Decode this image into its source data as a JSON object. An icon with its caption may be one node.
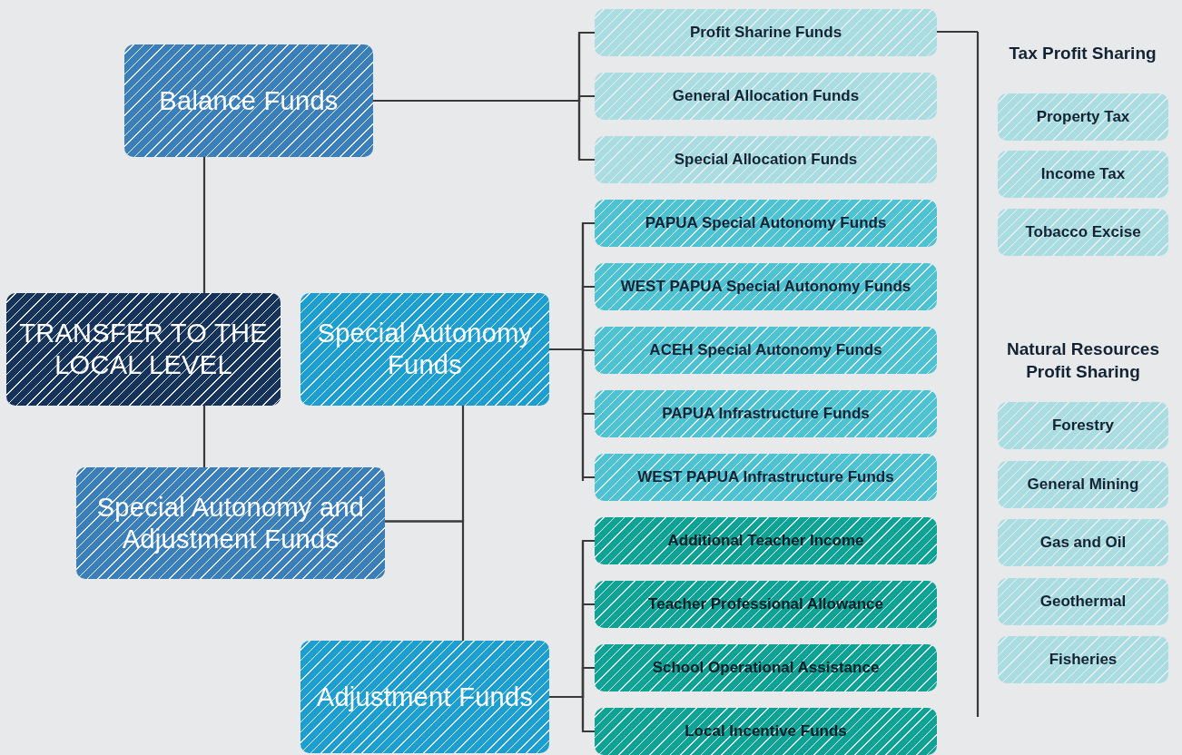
{
  "diagram": {
    "nodes": [
      {
        "text": [
          "TRANSFER TO THE LOCAL LEVEL"
        ]
      },
      {
        "text": [
          "Balance Funds"
        ]
      },
      {
        "text": [
          "Special Autonomy and Adjustment Funds"
        ]
      },
      {
        "text": [
          "Special Autonomy Funds"
        ]
      },
      {
        "text": [
          "Adjustment Funds"
        ]
      },
      {
        "text": [
          "Profit Sharine Funds"
        ]
      },
      {
        "text": [
          "General Allocation Funds"
        ]
      },
      {
        "text": [
          "Special Allocation Funds"
        ]
      },
      {
        "text": [
          "PAPUA Special Autonomy Funds"
        ]
      },
      {
        "text": [
          "WEST PAPUA Special Autonomy Funds"
        ]
      },
      {
        "text": [
          "ACEH Special Autonomy Funds"
        ]
      },
      {
        "text": [
          "PAPUA Infrastructure Funds"
        ]
      },
      {
        "text": [
          "WEST PAPUA Infrastructure Funds"
        ]
      },
      {
        "text": [
          "Additional Teacher Income"
        ]
      },
      {
        "text": [
          "Teacher Professional Allowance"
        ]
      },
      {
        "text": [
          "School Operational Assistance"
        ]
      },
      {
        "text": [
          "Local Incentive Funds"
        ]
      },
      {
        "text": [
          "Property Tax"
        ]
      },
      {
        "text": [
          "Income Tax"
        ]
      },
      {
        "text": [
          "Tobacco Excise"
        ]
      },
      {
        "text": [
          "Forestry"
        ]
      },
      {
        "text": [
          "General Mining"
        ]
      },
      {
        "text": [
          "Gas and Oil"
        ]
      },
      {
        "text": [
          "Geothermal"
        ]
      },
      {
        "text": [
          "Fisheries"
        ]
      }
    ],
    "edges": [
      {
        "from": 0,
        "to": 1,
        "arrow": "none"
      },
      {
        "from": 0,
        "to": 2,
        "arrow": "none"
      },
      {
        "from": 2,
        "to": 3,
        "arrow": "none"
      },
      {
        "from": 2,
        "to": 4,
        "arrow": "none"
      },
      {
        "from": 1,
        "to": 5,
        "arrow": "none"
      },
      {
        "from": 1,
        "to": 6,
        "arrow": "none"
      },
      {
        "from": 1,
        "to": 7,
        "arrow": "none"
      },
      {
        "from": 3,
        "to": 8,
        "arrow": "none"
      },
      {
        "from": 3,
        "to": 9,
        "arrow": "none"
      },
      {
        "from": 3,
        "to": 10,
        "arrow": "none"
      },
      {
        "from": 3,
        "to": 11,
        "arrow": "none"
      },
      {
        "from": 3,
        "to": 12,
        "arrow": "none"
      },
      {
        "from": 4,
        "to": 13,
        "arrow": "none"
      },
      {
        "from": 4,
        "to": 14,
        "arrow": "none"
      },
      {
        "from": 4,
        "to": 15,
        "arrow": "none"
      },
      {
        "from": 4,
        "to": 16,
        "arrow": "none"
      },
      {
        "from": 5,
        "to": null,
        "arrow": "none"
      }
    ],
    "labels": [
      "Tax Profit Sharing",
      "Natural Resources Profit Sharing"
    ]
  }
}
